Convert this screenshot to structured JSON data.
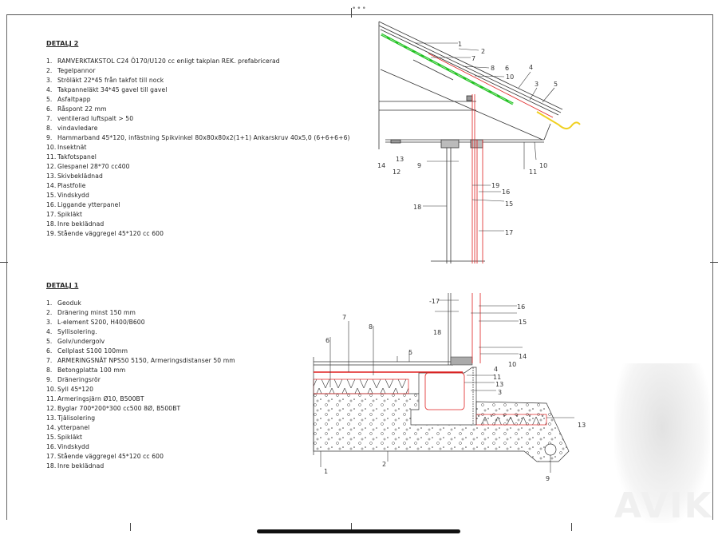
{
  "detail2": {
    "title": "DETALJ 2",
    "items": [
      {
        "n": "1.",
        "t": "RAMVERKTAKSTOL C24 Ö170/U120 cc enligt takplan REK. prefabricerad"
      },
      {
        "n": "2.",
        "t": "Tegelpannor"
      },
      {
        "n": "3.",
        "t": "Ströläkt 22*45 från takfot till nock"
      },
      {
        "n": "4.",
        "t": "Takpanneläkt 34*45 gavel till gavel"
      },
      {
        "n": "5.",
        "t": "Asfaltpapp"
      },
      {
        "n": "6.",
        "t": "Råspont 22 mm"
      },
      {
        "n": "7.",
        "t": "ventilerad luftspalt > 50"
      },
      {
        "n": "8.",
        "t": "vindavledare"
      },
      {
        "n": "9.",
        "t": "Hammarband 45*120, infästning Spikvinkel 80x80x80x2(1+1) Ankarskruv 40x5,0 (6+6+6+6)"
      },
      {
        "n": "10.",
        "t": "Insektnät"
      },
      {
        "n": "11.",
        "t": "Takfotspanel"
      },
      {
        "n": "12.",
        "t": "Glespanel 28*70 cc400"
      },
      {
        "n": "13.",
        "t": "Skivbeklädnad"
      },
      {
        "n": "14.",
        "t": "Plastfolie"
      },
      {
        "n": "15.",
        "t": "Vindskydd"
      },
      {
        "n": "16.",
        "t": "Liggande ytterpanel"
      },
      {
        "n": "17.",
        "t": "Spikläkt"
      },
      {
        "n": "18.",
        "t": "Inre beklädnad"
      },
      {
        "n": "19.",
        "t": "Stående väggregel 45*120 cc 600"
      }
    ],
    "callouts": [
      "1",
      "2",
      "7",
      "8",
      "6",
      "10",
      "4",
      "3",
      "5",
      "14",
      "13",
      "12",
      "9",
      "11",
      "10",
      "19",
      "16",
      "15",
      "17",
      "18"
    ]
  },
  "detail1": {
    "title": "DETALJ 1",
    "items": [
      {
        "n": "1.",
        "t": "Geoduk"
      },
      {
        "n": "2.",
        "t": "Dränering minst 150 mm"
      },
      {
        "n": "3.",
        "t": "L-element S200, H400/B600"
      },
      {
        "n": "4.",
        "t": "Syllisolering."
      },
      {
        "n": "5.",
        "t": "Golv/undergolv"
      },
      {
        "n": "6.",
        "t": "Cellplast S100 100mm"
      },
      {
        "n": "7.",
        "t": "ARMERINGSNÄT NPS50 5150,  Armeringsdistanser 50 mm"
      },
      {
        "n": "8.",
        "t": "Betongplatta 100 mm"
      },
      {
        "n": "9.",
        "t": "Dräneringsrör"
      },
      {
        "n": "10.",
        "t": "Syll 45*120"
      },
      {
        "n": "11.",
        "t": "Armeringsjärn Ø10, B500BT"
      },
      {
        "n": "12.",
        "t": "Byglar 700*200*300 cc500 8Ø, B500BT"
      },
      {
        "n": "13.",
        "t": "Tjälisolering"
      },
      {
        "n": "14.",
        "t": "ytterpanel"
      },
      {
        "n": "15.",
        "t": "Spikläkt"
      },
      {
        "n": "16.",
        "t": "Vindskydd"
      },
      {
        "n": "17.",
        "t": "Stående väggregel 45*120 cc 600"
      },
      {
        "n": "18.",
        "t": "Inre beklädnad"
      }
    ],
    "callouts": [
      "-17",
      "16",
      "15",
      "18",
      "7",
      "8",
      "6",
      "5",
      "14",
      "10",
      "4",
      "11",
      "13",
      "3",
      "13",
      "1",
      "2",
      "9"
    ]
  },
  "watermark": "AVIK",
  "colors": {
    "red": "#e02020",
    "green": "#22c022",
    "yellow": "#f0d020",
    "line": "#333333"
  }
}
